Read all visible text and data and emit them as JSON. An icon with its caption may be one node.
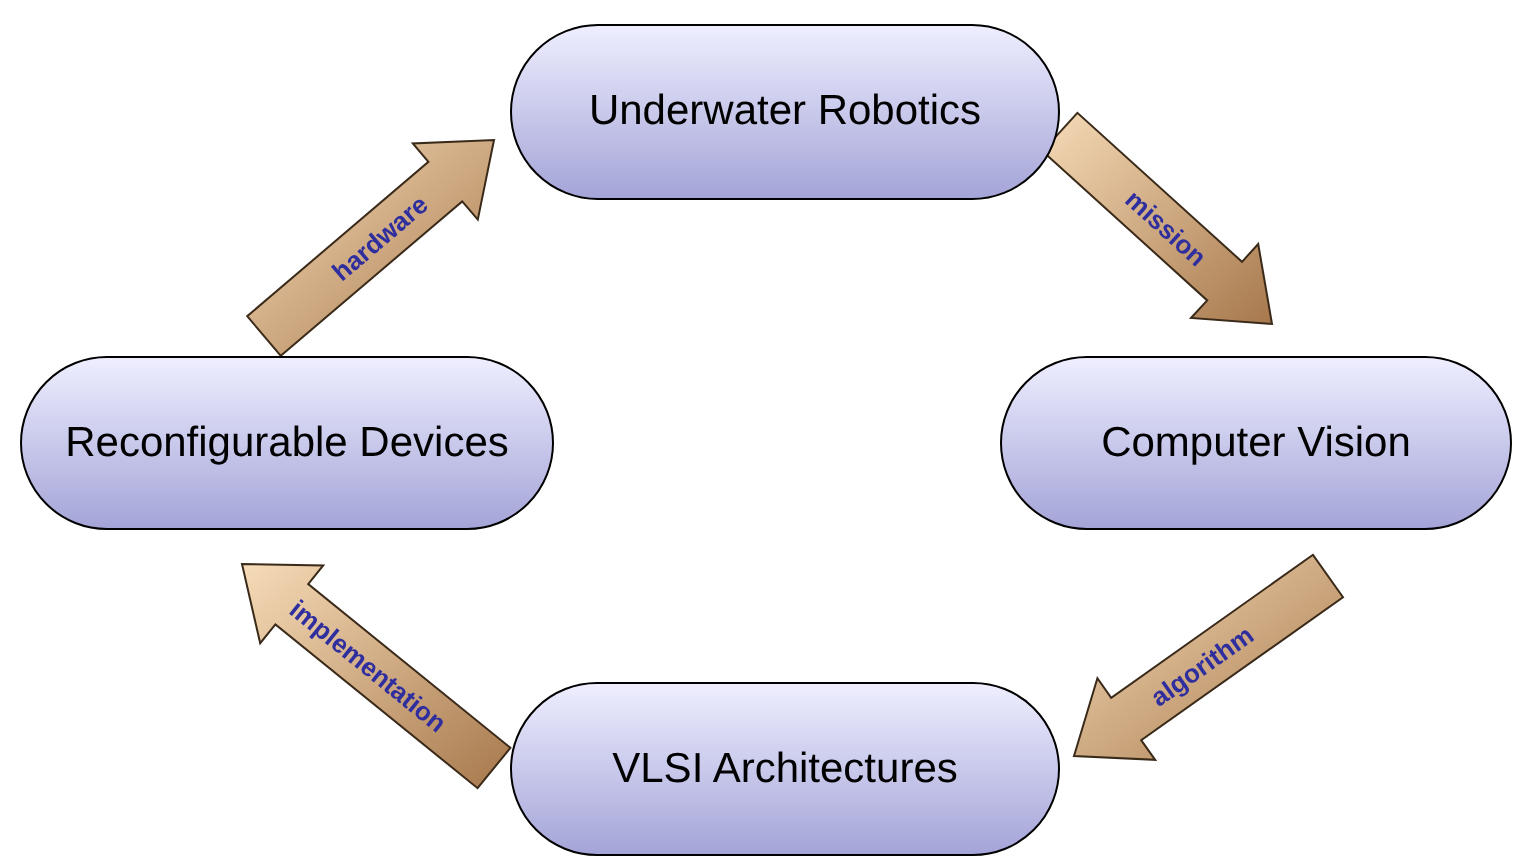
{
  "diagram": {
    "nodes": [
      {
        "text": [
          "Underwater Robotics"
        ]
      },
      {
        "text": [
          "Computer Vision"
        ]
      },
      {
        "text": [
          "VLSI Architectures"
        ]
      },
      {
        "text": [
          "Reconfigurable Devices"
        ]
      }
    ],
    "edges": [
      {
        "from": 0,
        "to": 1,
        "arrow": "to",
        "label": "mission"
      },
      {
        "from": 1,
        "to": 2,
        "arrow": "to",
        "label": "algorithm"
      },
      {
        "from": 2,
        "to": 3,
        "arrow": "to",
        "label": "implementation"
      },
      {
        "from": 3,
        "to": 0,
        "arrow": "to",
        "label": "hardware"
      }
    ]
  }
}
